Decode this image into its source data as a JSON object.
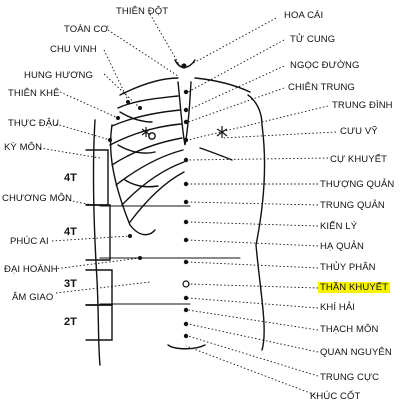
{
  "labels_left": {
    "thien_dot": "THIÊN ĐỘT",
    "toan_co": "TOÀN CƠ",
    "chu_vinh": "CHU VINH",
    "hung_huong": "HUNG HƯƠNG",
    "thien_khe": "THIÊN KHÊ",
    "thuc_dau": "THỰC ĐẬU",
    "ky_mon": "KỲ MÔN",
    "chuong_mon": "CHƯƠNG MÔN",
    "phuc_ai": "PHÚC AI",
    "dai_hoanh": "ĐẠI HOÀNH",
    "am_giao": "ÂM GIAO"
  },
  "labels_right": {
    "hoa_cai": "HOA CÁI",
    "tu_cung": "TỬ CUNG",
    "ngoc_duong": "NGỌC ĐƯỜNG",
    "chien_trung": "CHIÊN TRUNG",
    "trung_dinh": "TRUNG ĐÌNH",
    "cuu_vy": "CƯU VỸ",
    "cu_khuyet": "CỰ KHUYẾT",
    "thuong_quan": "THƯỢNG QUẢN",
    "trung_quan": "TRUNG QUẢN",
    "kien_ly": "KIẾN LÝ",
    "ha_quan": "HẠ QUẢN",
    "thuy_phan": "THỦY PHÂN",
    "than_khuyet": "THẦN KHUYẾT",
    "khi_hai": "KHÍ HẢI",
    "thach_mon": "THẠCH MÔN",
    "quan_nguyen": "QUAN NGUYÊN",
    "trung_cuc": "TRUNG CỰC",
    "khuc_cot": "KHÚC CỐT"
  },
  "segments": {
    "s1": "4T",
    "s2": "4T",
    "s3": "3T",
    "s4": "2T"
  },
  "colors": {
    "ink": "#111111",
    "highlight": "#f6f200"
  }
}
